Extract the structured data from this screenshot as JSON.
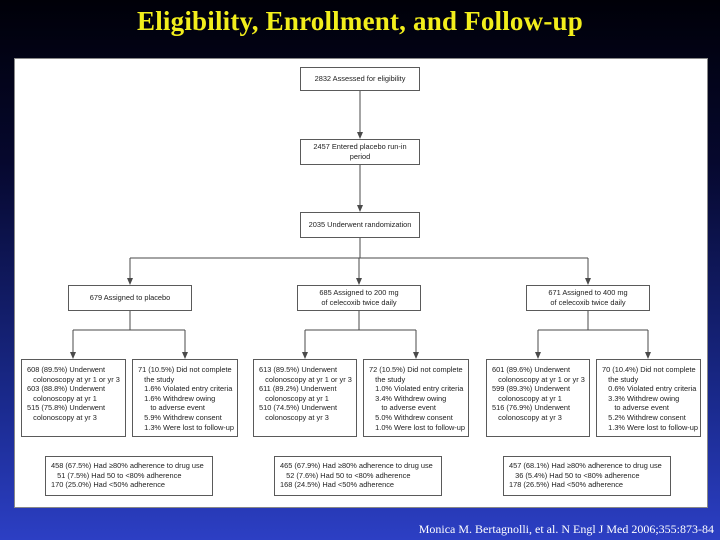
{
  "slide": {
    "title": "Eligibility, Enrollment, and Follow-up",
    "citation": "Monica M. Bertagnolli, et al. N Engl J Med 2006;355:873-84"
  },
  "flowchart": {
    "assessed": "2832 Assessed for eligibility",
    "run_in": [
      "2457 Entered placebo run-in",
      "period"
    ],
    "randomized": "2035 Underwent randomization",
    "arms": [
      {
        "assigned": [
          "679 Assigned to placebo"
        ],
        "colonoscopy": [
          "608 (89.5%) Underwent",
          "   colonoscopy at yr 1 or yr 3",
          "603 (88.8%) Underwent",
          "   colonoscopy at yr 1",
          "515 (75.8%) Underwent",
          "   colonoscopy at yr 3"
        ],
        "incomplete": [
          "71 (10.5%) Did not complete",
          "   the study",
          "   1.6% Violated entry criteria",
          "   1.6% Withdrew owing",
          "      to adverse event",
          "   5.9% Withdrew consent",
          "   1.3% Were lost to follow-up"
        ],
        "adherence": [
          "458 (67.5%) Had ≥80% adherence to drug use",
          "   51 (7.5%) Had 50 to <80% adherence",
          "170 (25.0%) Had <50% adherence"
        ]
      },
      {
        "assigned": [
          "685 Assigned to 200 mg",
          "of celecoxib twice daily"
        ],
        "colonoscopy": [
          "613 (89.5%) Underwent",
          "   colonoscopy at yr 1 or yr 3",
          "611 (89.2%) Underwent",
          "   colonoscopy at yr 1",
          "510 (74.5%) Underwent",
          "   colonoscopy at yr 3"
        ],
        "incomplete": [
          "72 (10.5%) Did not complete",
          "   the study",
          "   1.0% Violated entry criteria",
          "   3.4% Withdrew owing",
          "      to adverse event",
          "   5.0% Withdrew consent",
          "   1.0% Were lost to follow-up"
        ],
        "adherence": [
          "465 (67.9%) Had ≥80% adherence to drug use",
          "   52 (7.6%) Had 50 to <80% adherence",
          "168 (24.5%) Had <50% adherence"
        ]
      },
      {
        "assigned": [
          "671 Assigned to 400 mg",
          "of celecoxib twice daily"
        ],
        "colonoscopy": [
          "601 (89.6%) Underwent",
          "   colonoscopy at yr 1 or yr 3",
          "599 (89.3%) Underwent",
          "   colonoscopy at yr 1",
          "516 (76.9%) Underwent",
          "   colonoscopy at yr 3"
        ],
        "incomplete": [
          "70 (10.4%) Did not complete",
          "   the study",
          "   0.6% Violated entry criteria",
          "   3.3% Withdrew owing",
          "      to adverse event",
          "   5.2% Withdrew consent",
          "   1.3% Were lost to follow-up"
        ],
        "adherence": [
          "457 (68.1%) Had ≥80% adherence to drug use",
          "   36 (5.4%) Had 50 to <80% adherence",
          "178 (26.5%) Had <50% adherence"
        ]
      }
    ]
  },
  "colors": {
    "title": "#f2ee1c",
    "background_top": "#000008",
    "background_bottom": "#2c3fc4",
    "panel": "#ffffff",
    "line": "#4a4a4a"
  }
}
